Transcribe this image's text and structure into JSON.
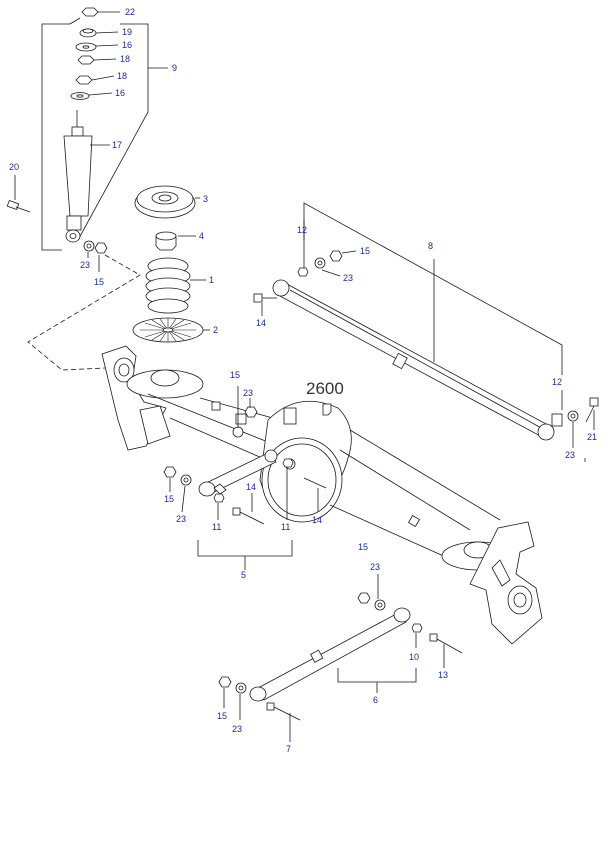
{
  "diagram": {
    "reference_label": "2600",
    "callouts": {
      "n22": "22",
      "n19": "19",
      "n16a": "16",
      "n18a": "18",
      "n18b": "18",
      "n16b": "16",
      "n9": "9",
      "n17": "17",
      "n20": "20",
      "n23a": "23",
      "n15a": "15",
      "n3": "3",
      "n4": "4",
      "n1": "1",
      "n2": "2",
      "n12a": "12",
      "n15b": "15",
      "n23b": "23",
      "n8": "8",
      "n14a": "14",
      "n12b": "12",
      "n23c": "23",
      "n21": "21",
      "n15c": "15",
      "n23d": "23",
      "n15d": "15",
      "n23e": "23",
      "n14b": "14",
      "n11a": "11",
      "n11b": "11",
      "n14c": "14",
      "n5": "5",
      "n15e": "15",
      "n23f": "23",
      "n10": "10",
      "n13": "13",
      "n6": "6",
      "n15f": "15",
      "n23g": "23",
      "n7": "7"
    }
  }
}
